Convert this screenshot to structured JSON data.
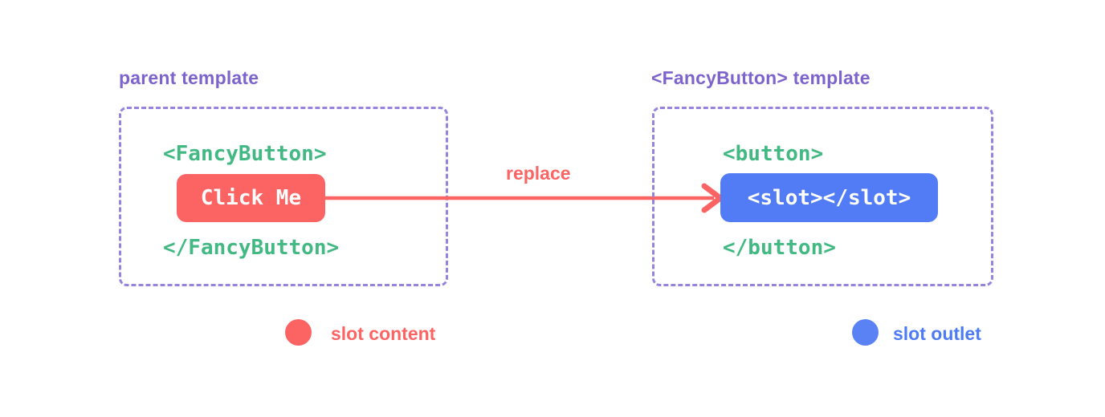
{
  "diagram": {
    "parent": {
      "title": "parent template",
      "code_open": "<FancyButton>",
      "slot_content_text": "Click Me",
      "code_close": "</FancyButton>"
    },
    "fancy_button": {
      "title": "<FancyButton> template",
      "code_open": "<button>",
      "slot_outlet_text": "<slot></slot>",
      "code_close": "</button>"
    },
    "arrow_label": "replace",
    "legend": {
      "slot_content": {
        "label": "slot content",
        "color": "#fc6464"
      },
      "slot_outlet": {
        "label": "slot outlet",
        "color": "#5a82f5"
      }
    },
    "colors": {
      "purple_title_text": "#7d63cc",
      "purple_dashed_border": "#9583dd",
      "green_code_text": "#42b883",
      "red_accent": "#fc6464",
      "blue_accent": "#527cf5",
      "chip_text": "#ffffff",
      "background": "#ffffff"
    }
  }
}
